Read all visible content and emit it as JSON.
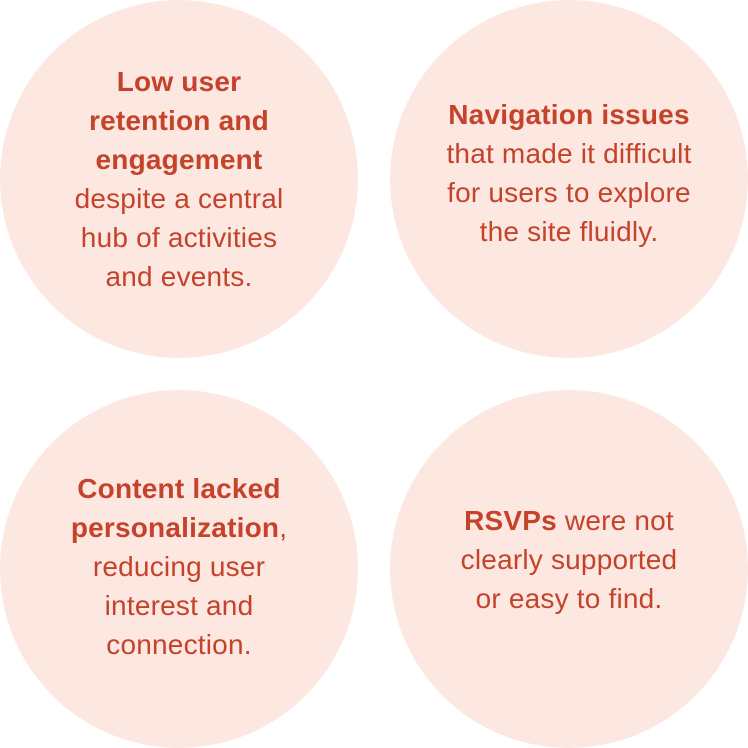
{
  "colors": {
    "circle_fill": "#fce7e1",
    "text": "#c4432a",
    "background": "#ffffff"
  },
  "cards": [
    {
      "bold": "Low user retention and engagement",
      "rest": " despite a central hub of activities and events."
    },
    {
      "bold": "Navigation issues",
      "rest": " that made it difficult for users to explore the site fluidly."
    },
    {
      "bold": "Content lacked personalization",
      "rest": ", reducing user interest and connection."
    },
    {
      "bold": "RSVPs",
      "rest": " were not clearly supported or easy to find."
    }
  ]
}
